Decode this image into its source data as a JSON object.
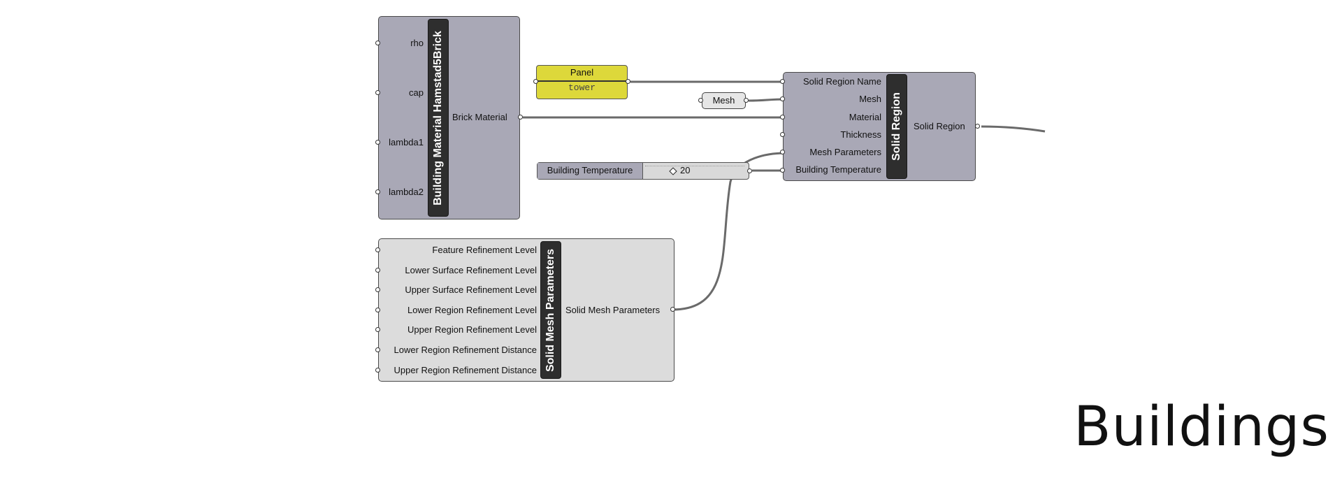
{
  "canvas_title": "Buildings",
  "brick_component": {
    "title": "Building Material Hamstad5Brick",
    "inputs": [
      "rho",
      "cap",
      "lambda1",
      "lambda2"
    ],
    "output": "Brick Material"
  },
  "panel": {
    "title": "Panel",
    "text": "tower"
  },
  "mesh_param": {
    "label": "Mesh"
  },
  "slider": {
    "name": "Building Temperature",
    "value": "20"
  },
  "solid_region": {
    "title": "Solid Region",
    "inputs": [
      "Solid Region Name",
      "Mesh",
      "Material",
      "Thickness",
      "Mesh Parameters",
      "Building Temperature"
    ],
    "output": "Solid Region"
  },
  "solid_mesh": {
    "title": "Solid Mesh Parameters",
    "inputs": [
      "Feature Refinement Level",
      "Lower Surface Refinement Level",
      "Upper Surface Refinement Level",
      "Lower Region Refinement Level",
      "Upper Region Refinement Level",
      "Lower Region Refinement Distance",
      "Upper Region Refinement Distance"
    ],
    "output": "Solid Mesh Parameters"
  },
  "colors": {
    "component_dark": "#a9a8b6",
    "component_light": "#dcdcdc",
    "panel": "#ddd83a",
    "wire": "#6a6a6a"
  }
}
